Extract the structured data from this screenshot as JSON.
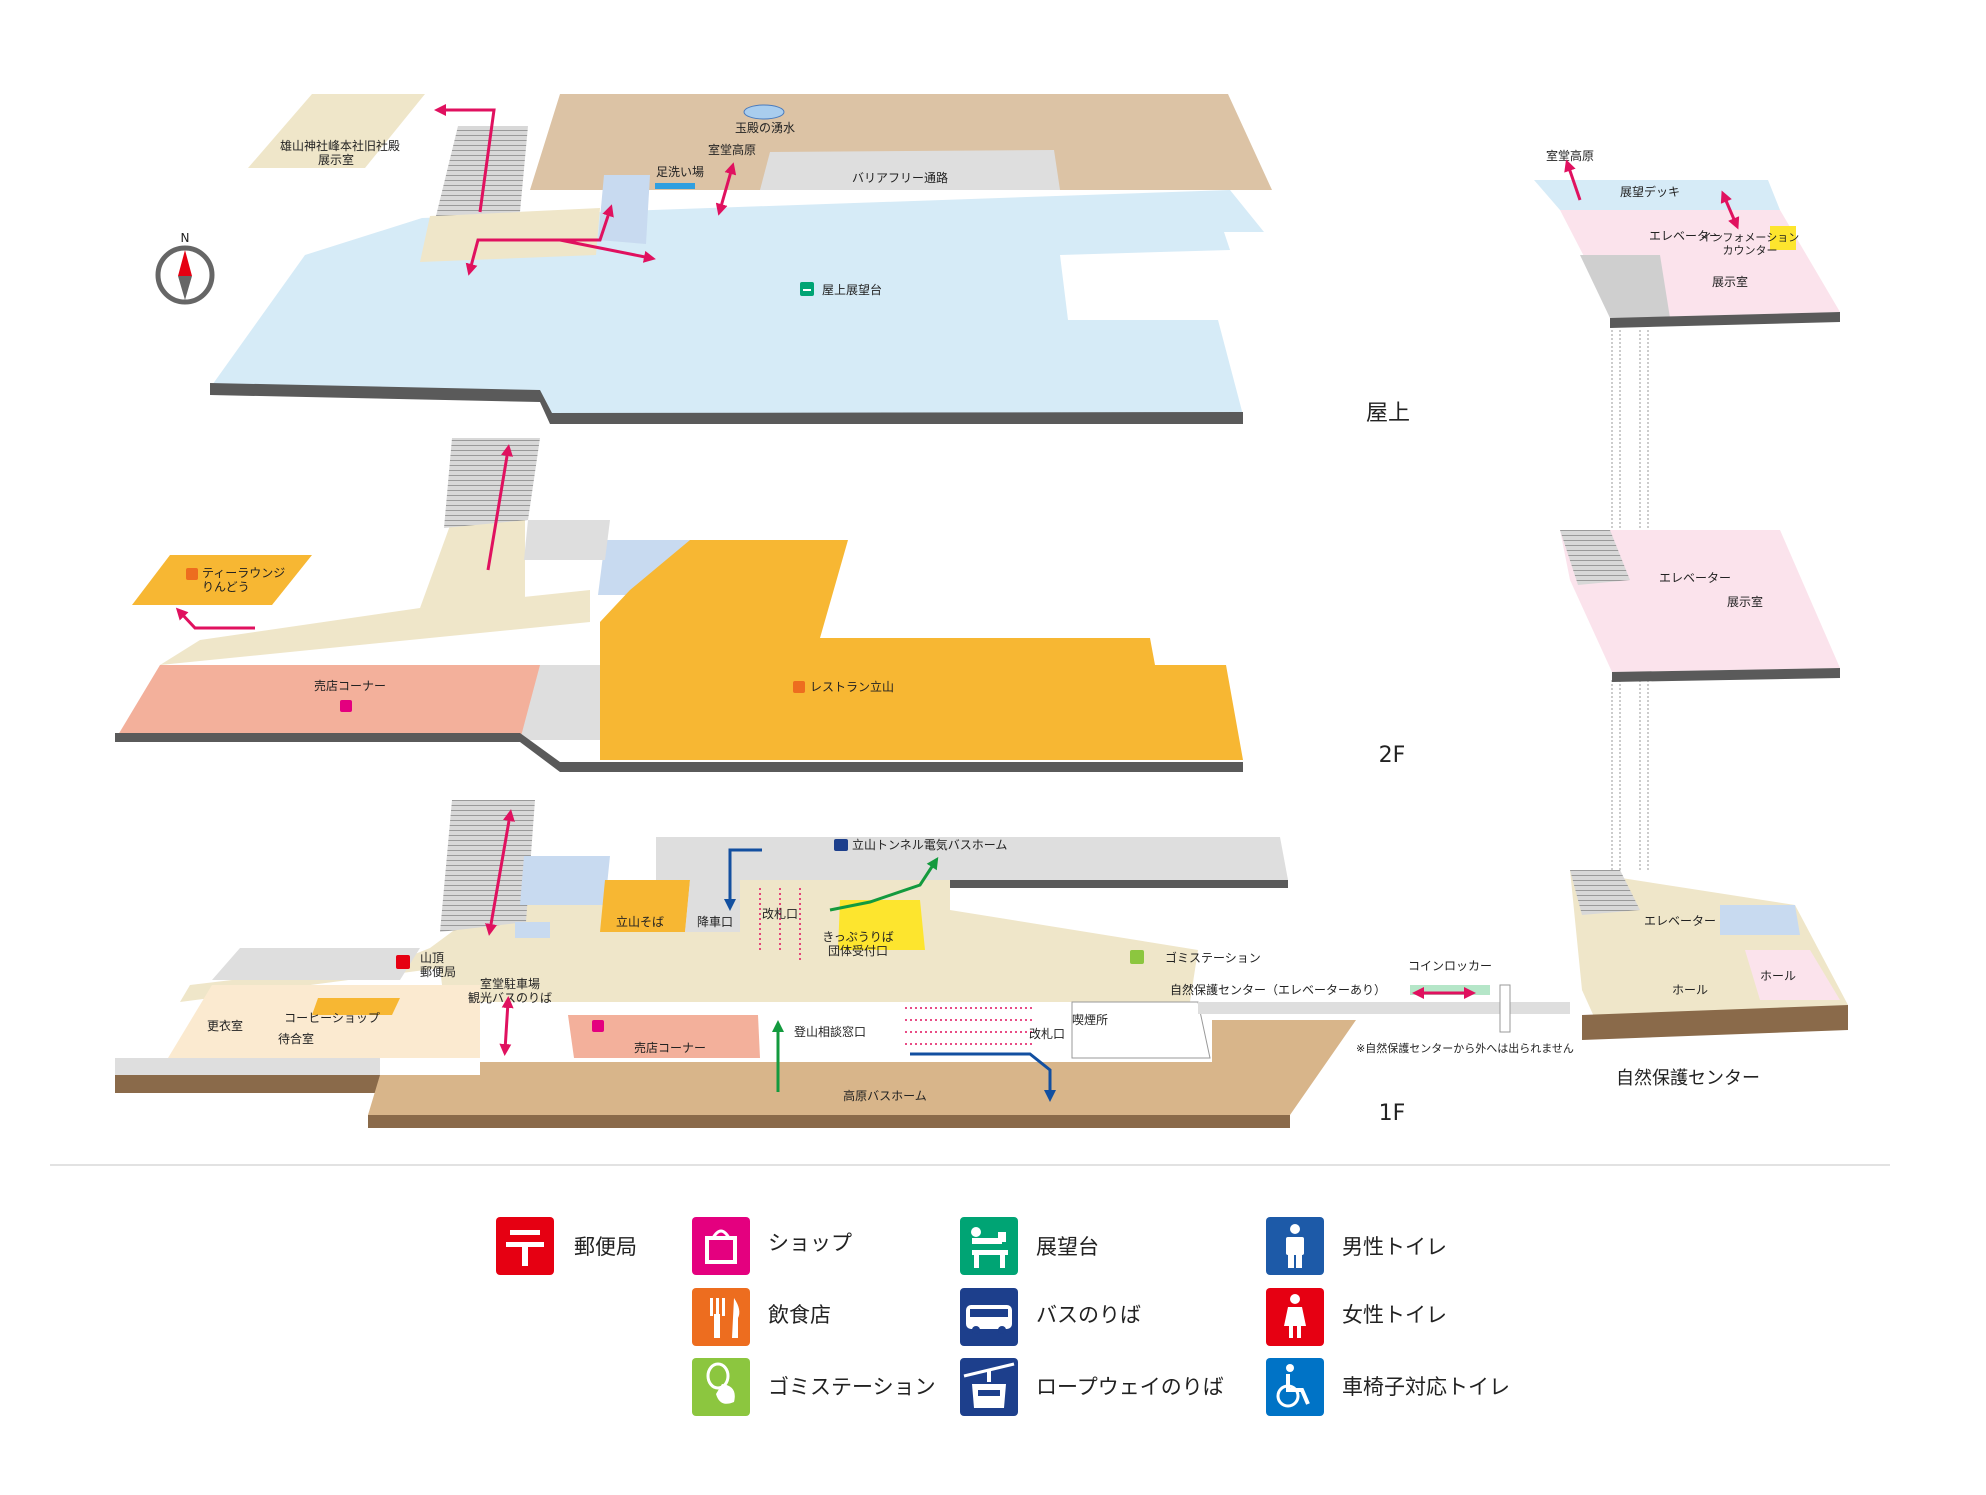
{
  "colors": {
    "floor_beige": "#efe6c9",
    "deck_blue": "#d6ebf7",
    "ground_tan": "#dcc3a5",
    "shop_pink": "#f3b09b",
    "restaurant": "#f7b733",
    "bus_yellow": "#fde52e",
    "gray": "#dedede",
    "dark_edge": "#5a5a5a",
    "bus_floor": "#d8b58a",
    "brown_edge": "#8a6a4a",
    "toilet_blue": "#c8daf0",
    "exhibit_pink": "#fbe3ec",
    "arrow_magenta": "#e0115f",
    "arrow_green": "#139a3e",
    "arrow_blue": "#124fa0"
  },
  "compass": {
    "north": "N"
  },
  "floors": {
    "rooftop": {
      "name": "屋上",
      "labels": {
        "shrine": "雄山神社峰本社旧社殿",
        "shrine2": "展示室",
        "spring": "玉殿の湧水",
        "murodo": "室堂高原",
        "footbath": "足洗い場",
        "barrierfree": "バリアフリー通路",
        "deck": "屋上展望台"
      }
    },
    "second": {
      "name": "2F",
      "labels": {
        "tea1": "ティーラウンジ",
        "tea2": "りんどう",
        "shop": "売店コーナー",
        "restaurant": "レストラン立山"
      }
    },
    "first": {
      "name": "1F",
      "labels": {
        "tunnel_bus": "立山トンネル電気バスホーム",
        "soba": "立山そば",
        "alight": "降車口",
        "gate": "改札口",
        "ticket1": "きっぷうりば",
        "ticket2": "団体受付口",
        "garbage": "ゴミステーション",
        "post1": "山頂",
        "post2": "郵便局",
        "parking1": "室堂駐車場",
        "parking2": "観光バスのりば",
        "coffee": "コーヒーショップ",
        "locker": "更衣室",
        "waiting": "待合室",
        "shop": "売店コーナー",
        "climb": "登山相談窓口",
        "gate2": "改札口",
        "smoking": "喫煙所",
        "highland_bus": "高原バスホーム",
        "nature_center": "自然保護センター（エレベーターあり）",
        "coinlocker": "コインロッカー",
        "note": "※自然保護センターから外へは出られません"
      }
    }
  },
  "annex": {
    "title": "自然保護センター",
    "top": {
      "murodo": "室堂高原",
      "deck": "展望デッキ",
      "elevator": "エレベーター",
      "info1": "インフォメーション",
      "info2": "カウンター",
      "exhibit": "展示室"
    },
    "mid": {
      "elevator": "エレベーター",
      "exhibit": "展示室"
    },
    "bottom": {
      "elevator": "エレベーター",
      "hall": "ホール",
      "hall2": "ホール"
    }
  },
  "legend": [
    {
      "icon": "post-office-icon",
      "label": "郵便局",
      "color": "#e60012"
    },
    {
      "icon": "shop-icon",
      "label": "ショップ",
      "color": "#e4007f"
    },
    {
      "icon": "restaurant-icon",
      "label": "飲食店",
      "color": "#ed6d1f"
    },
    {
      "icon": "garbage-icon",
      "label": "ゴミステーション",
      "color": "#8cc63f"
    },
    {
      "icon": "observation-icon",
      "label": "展望台",
      "color": "#00a474"
    },
    {
      "icon": "bus-icon",
      "label": "バスのりば",
      "color": "#1d3f8c"
    },
    {
      "icon": "ropeway-icon",
      "label": "ロープウェイのりば",
      "color": "#1d3f8c"
    },
    {
      "icon": "male-toilet-icon",
      "label": "男性トイレ",
      "color": "#1d5aa8"
    },
    {
      "icon": "female-toilet-icon",
      "label": "女性トイレ",
      "color": "#e60012"
    },
    {
      "icon": "accessible-toilet-icon",
      "label": "車椅子対応トイレ",
      "color": "#0073c6"
    }
  ]
}
